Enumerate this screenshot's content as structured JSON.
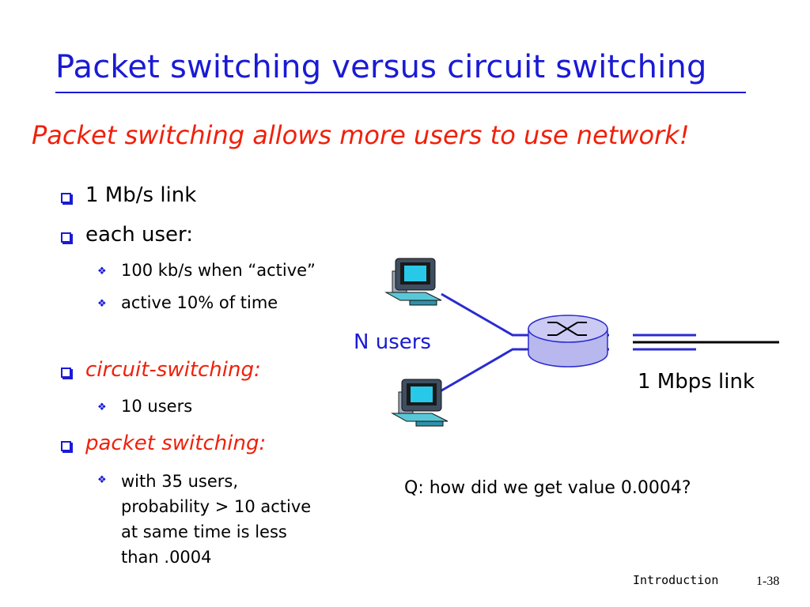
{
  "slide": {
    "title": "Packet switching versus circuit switching",
    "subtitle": "Packet switching allows more users to use network!",
    "bullets": {
      "link": "1 Mb/s link",
      "each_user": "each user:",
      "active_rate": "100 kb/s when “active”",
      "active_pct": "active 10% of time",
      "circuit": "circuit-switching:",
      "ten_users": "10 users",
      "packet": "packet switching:",
      "packet_detail": [
        "with 35 users,",
        "probability > 10 active",
        "at same time is less",
        "than .0004"
      ]
    },
    "diagram": {
      "n_users": "N users",
      "link_label": "1 Mbps link",
      "colors": {
        "line": "#2b2bd0",
        "router": "#b8b8ee"
      }
    },
    "question": "Q: how did we get value 0.0004?",
    "footer": {
      "section": "Introduction",
      "page": "1-38"
    },
    "colors": {
      "title": "#1a1ad6",
      "accent": "#f0200a"
    }
  }
}
